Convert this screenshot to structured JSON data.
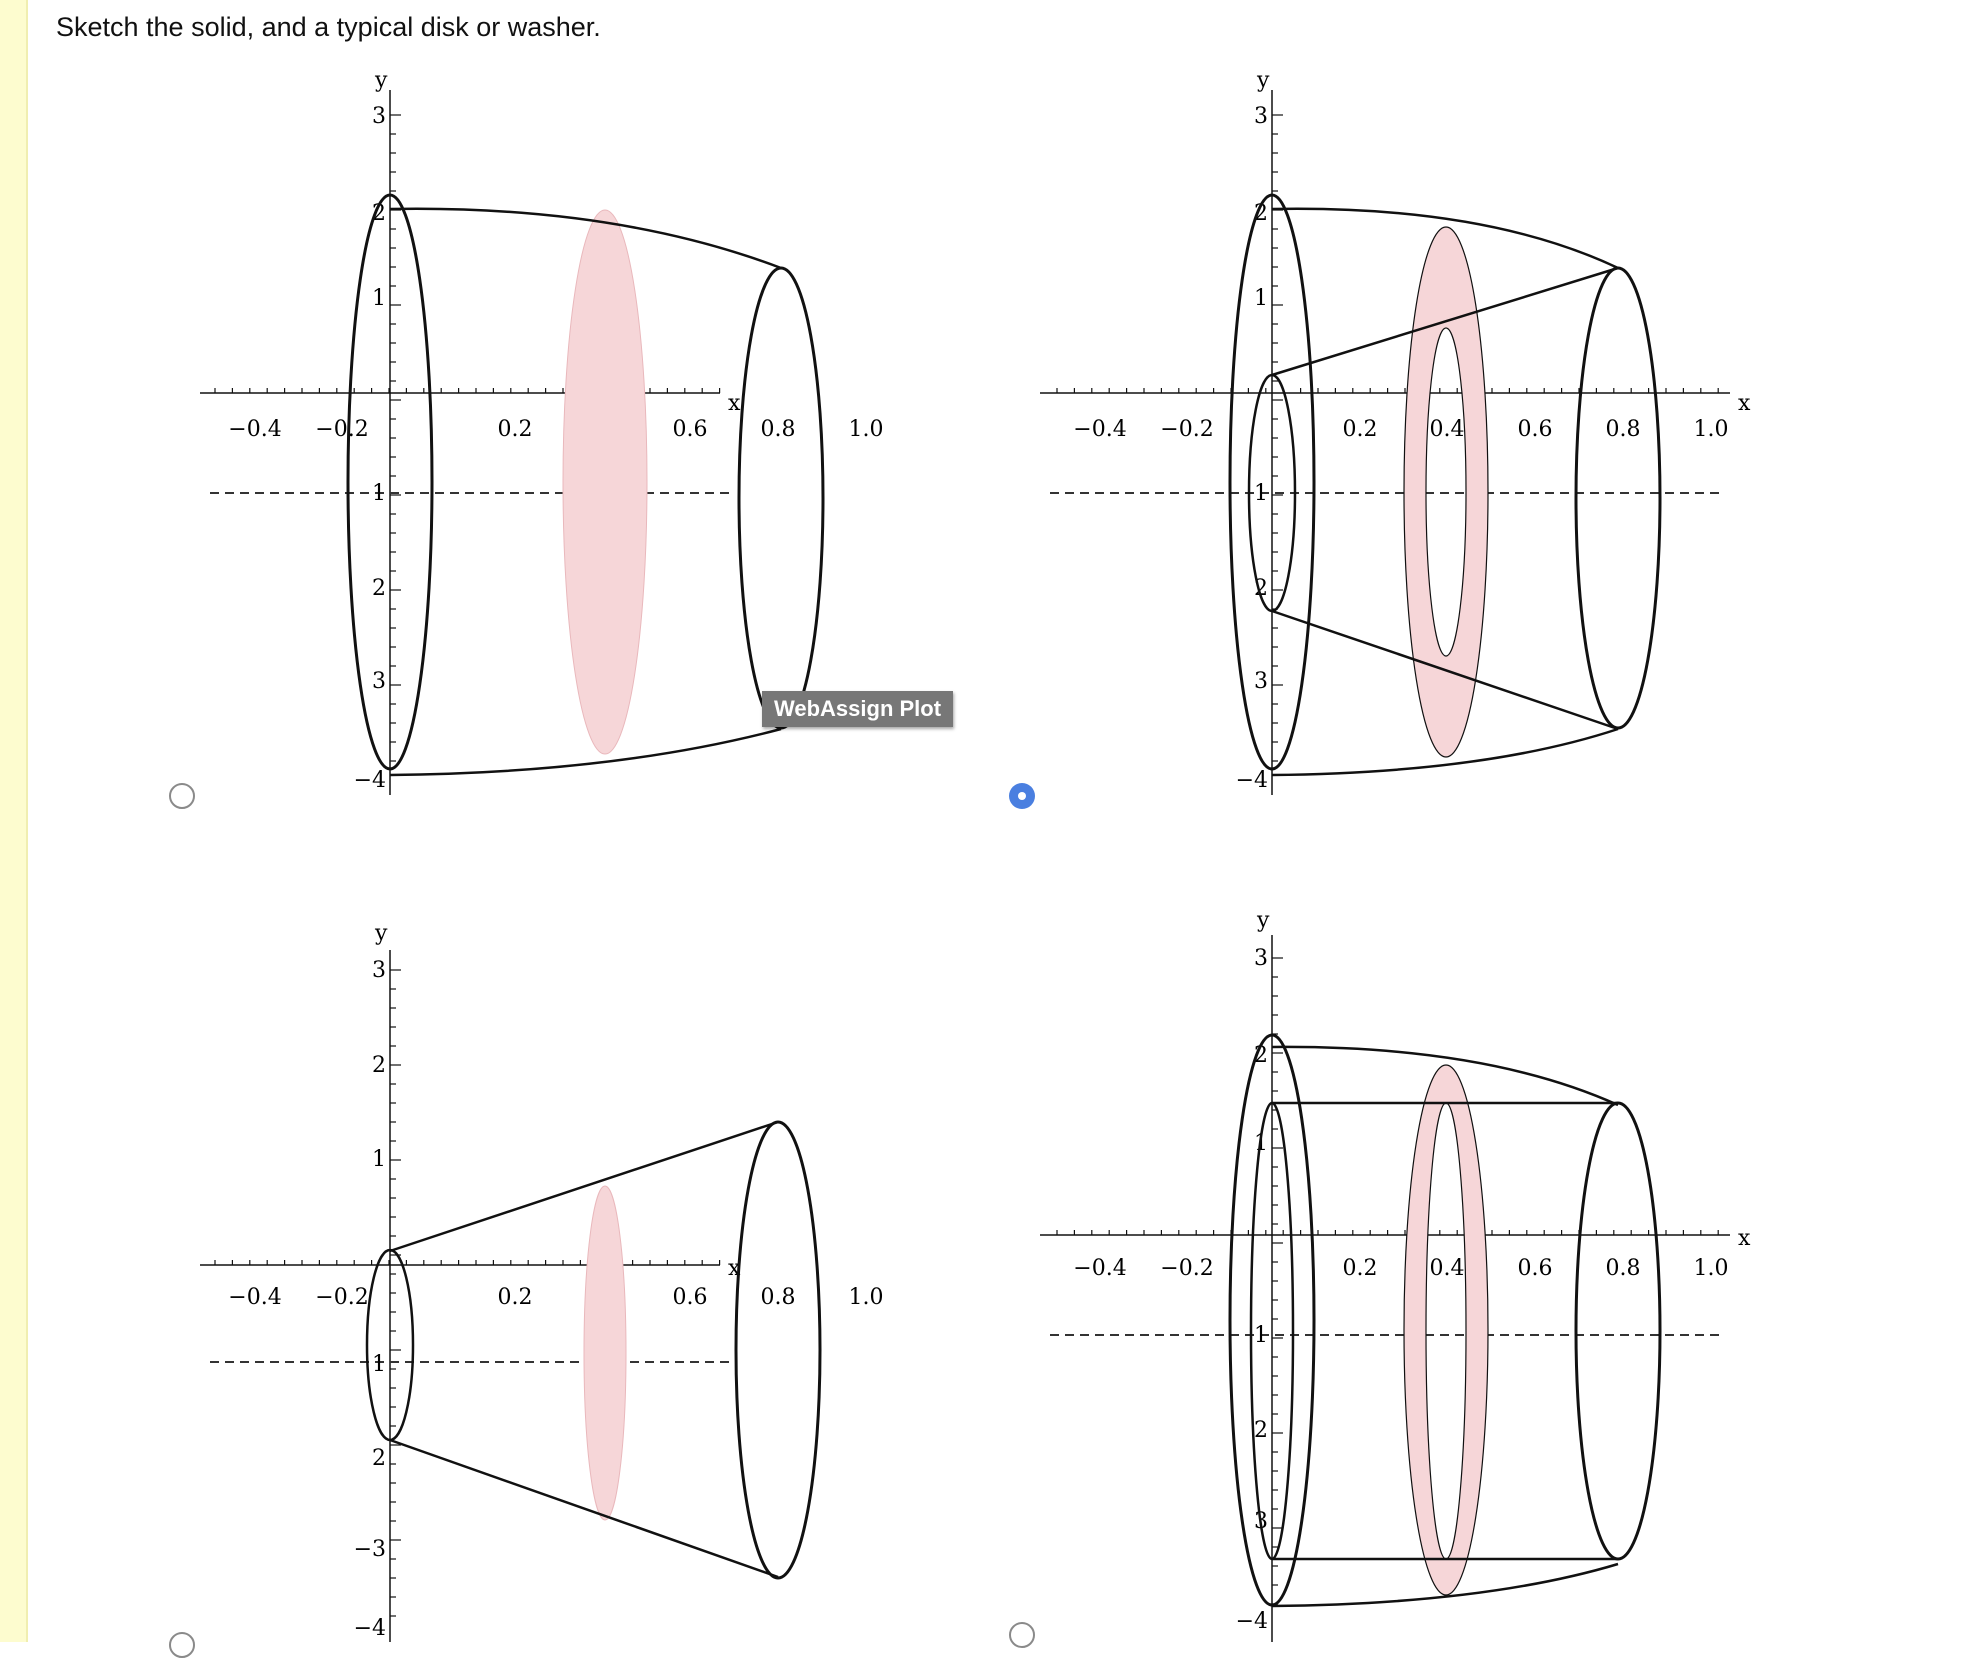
{
  "question": "Sketch the solid, and a typical disk or washer.",
  "tooltip": "WebAssign Plot",
  "axis_labels": {
    "x": "x",
    "y": "y"
  },
  "x_ticks": [
    "−0.4",
    "−0.2",
    "0.2",
    "0.4",
    "0.6",
    "0.8",
    "1.0"
  ],
  "y_ticks_set1": [
    "3",
    "2",
    "1",
    "1",
    "2",
    "3",
    "−4"
  ],
  "y_ticks_set2": [
    "3",
    "2",
    "1",
    "1",
    "2",
    "−3",
    "−4"
  ],
  "colors": {
    "fill": "#f6d6d8",
    "stroke": "#111111",
    "dash": "#333333",
    "radio_selected": "#4a7fe0"
  },
  "options": [
    {
      "id": "A",
      "selected": false,
      "shape": "solid disk"
    },
    {
      "id": "B",
      "selected": true,
      "shape": "washer (cone hole)"
    },
    {
      "id": "C",
      "selected": false,
      "shape": "cone disk"
    },
    {
      "id": "D",
      "selected": false,
      "shape": "washer (cylinder hole)"
    }
  ]
}
